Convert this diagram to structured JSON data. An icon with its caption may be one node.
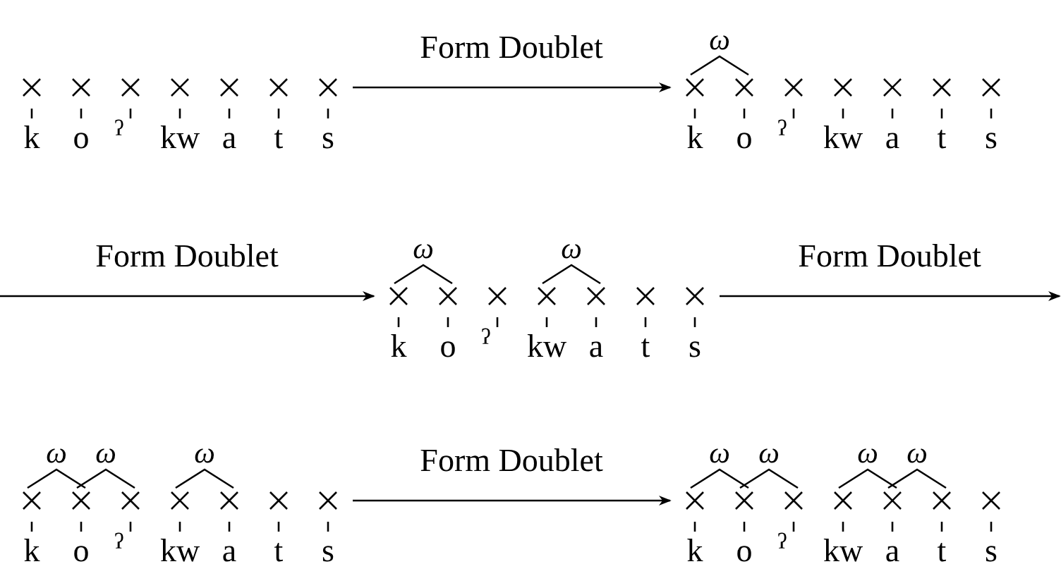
{
  "diagram": {
    "nodes": [
      {
        "text": [
          "k",
          "o",
          "ˀ",
          "kw",
          "a",
          "t",
          "s"
        ]
      },
      {
        "text": [
          "ω",
          "k",
          "o",
          "ˀ",
          "kw",
          "a",
          "t",
          "s"
        ]
      },
      {
        "text": [
          "ω",
          "ω",
          "k",
          "o",
          "ˀ",
          "kw",
          "a",
          "t",
          "s"
        ]
      },
      {
        "text": [
          "ω",
          "ω",
          "ω",
          "k",
          "o",
          "ˀ",
          "kw",
          "a",
          "t",
          "s"
        ]
      },
      {
        "text": [
          "ω",
          "ω",
          "ω",
          "ω",
          "k",
          "o",
          "ˀ",
          "kw",
          "a",
          "t",
          "s"
        ]
      }
    ],
    "edges": [
      {
        "from": 0,
        "to": 1,
        "arrow": "to",
        "label": "Form Doublet"
      },
      {
        "from": null,
        "to": 2,
        "arrow": "to",
        "label": "Form Doublet"
      },
      {
        "from": 2,
        "to": null,
        "arrow": "to",
        "label": "Form Doublet"
      },
      {
        "from": 3,
        "to": 4,
        "arrow": "to",
        "label": "Form Doublet"
      }
    ]
  }
}
